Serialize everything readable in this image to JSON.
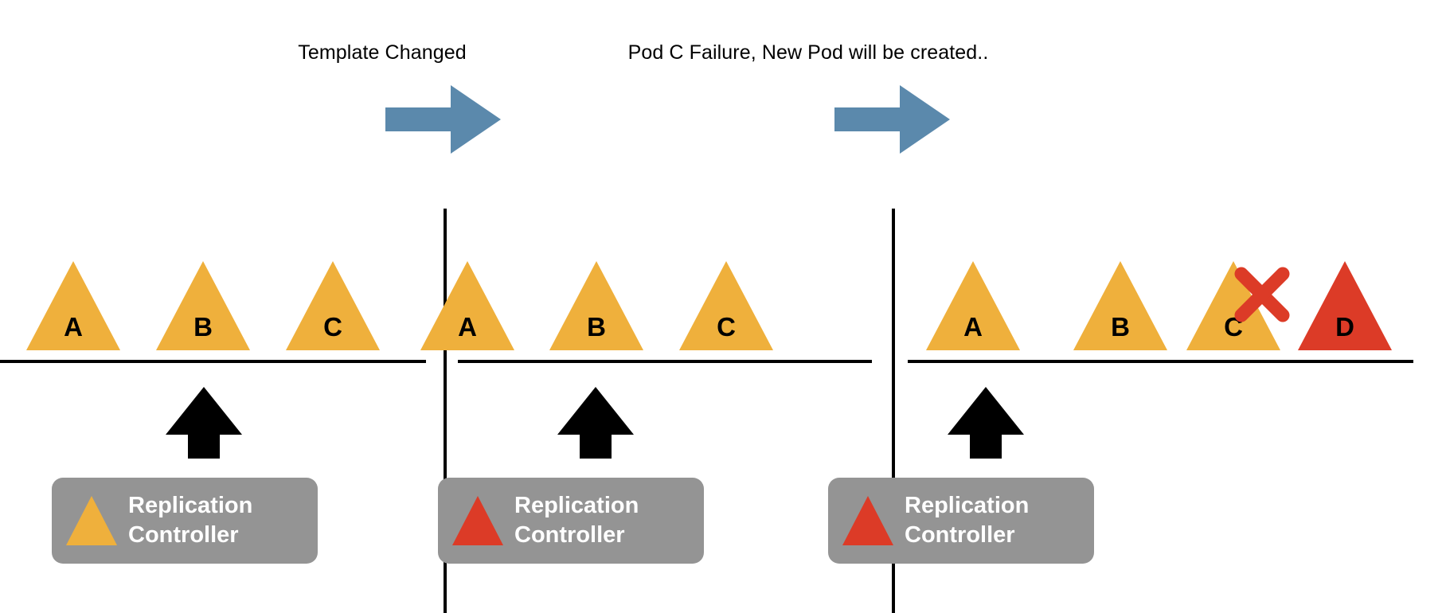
{
  "diagram": {
    "title": "Kubernetes Replication Controller pod lifecycle",
    "colors": {
      "pod_orange": "#EFB03C",
      "pod_red": "#DC3B27",
      "arrow_blue": "#5B89AC",
      "box_gray": "#949494",
      "line_black": "#000000",
      "label_white": "#FFFFFF"
    }
  },
  "transitions": [
    {
      "caption": "Template Changed",
      "arrow_icon": "right-block-arrow"
    },
    {
      "caption": "Pod C Failure, New Pod will be created..",
      "arrow_icon": "right-block-arrow"
    }
  ],
  "panels": [
    {
      "id": "panel-1",
      "pods": [
        {
          "label": "A",
          "color": "#EFB03C",
          "failed": false
        },
        {
          "label": "B",
          "color": "#EFB03C",
          "failed": false
        },
        {
          "label": "C",
          "color": "#EFB03C",
          "failed": false
        }
      ],
      "controller": {
        "line1": "Replication",
        "line2": "Controller",
        "triangle_color": "#EFB03C",
        "triangle_icon": "triangle-icon"
      },
      "up_arrow_icon": "up-block-arrow"
    },
    {
      "id": "panel-2",
      "pods": [
        {
          "label": "A",
          "color": "#EFB03C",
          "failed": false
        },
        {
          "label": "B",
          "color": "#EFB03C",
          "failed": false
        },
        {
          "label": "C",
          "color": "#EFB03C",
          "failed": false
        }
      ],
      "controller": {
        "line1": "Replication",
        "line2": "Controller",
        "triangle_color": "#DC3B27",
        "triangle_icon": "triangle-icon"
      },
      "up_arrow_icon": "up-block-arrow"
    },
    {
      "id": "panel-3",
      "pods": [
        {
          "label": "A",
          "color": "#EFB03C",
          "failed": false
        },
        {
          "label": "B",
          "color": "#EFB03C",
          "failed": false
        },
        {
          "label": "C",
          "color": "#EFB03C",
          "failed": true
        },
        {
          "label": "D",
          "color": "#DC3B27",
          "failed": false
        }
      ],
      "controller": {
        "line1": "Replication",
        "line2": "Controller",
        "triangle_color": "#DC3B27",
        "triangle_icon": "triangle-icon"
      },
      "up_arrow_icon": "up-block-arrow"
    }
  ]
}
